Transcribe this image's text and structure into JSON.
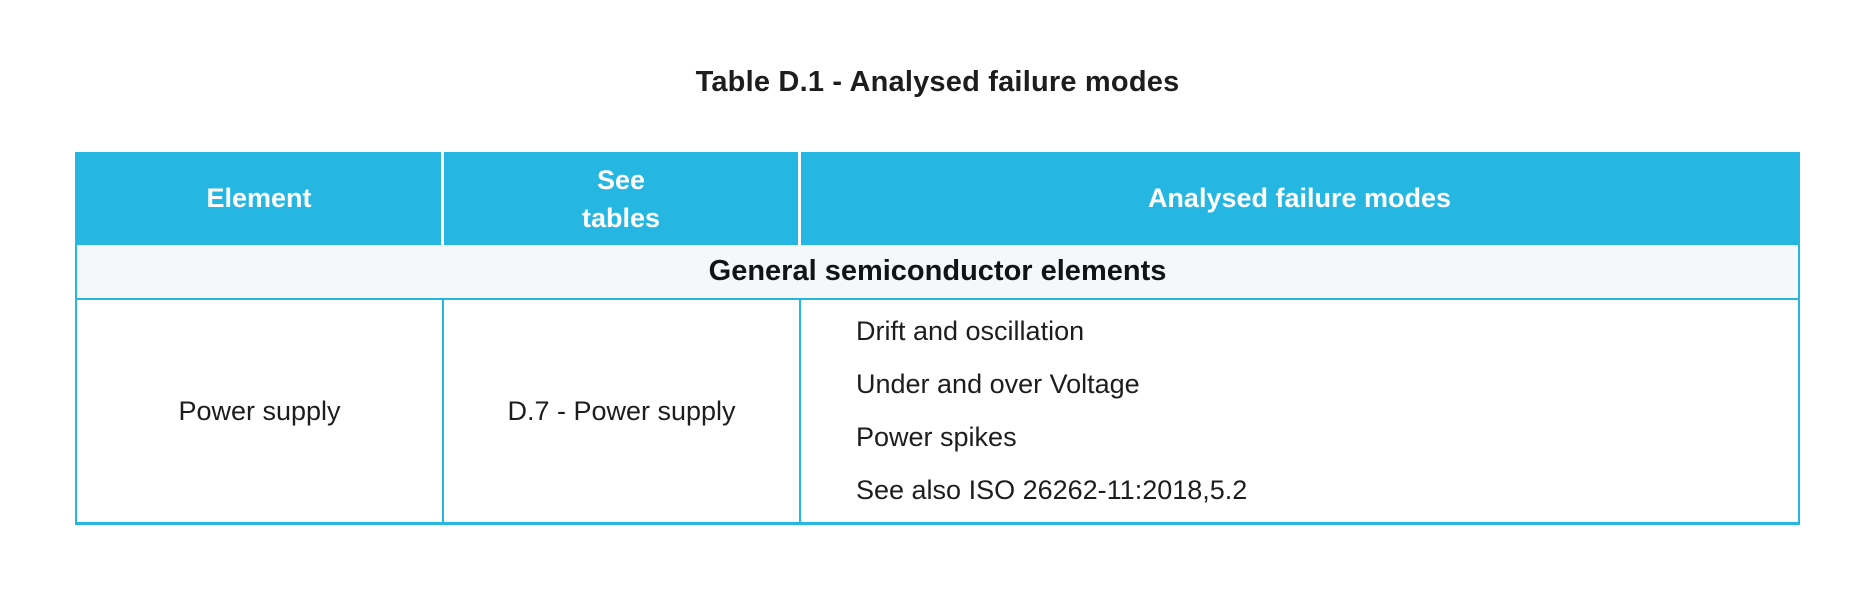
{
  "title": "Table D.1 - Analysed failure modes",
  "colors": {
    "accent": "#25b7e2",
    "section_bg": "#f4f8fb",
    "header_text": "#ffffff",
    "body_text": "#1d1d1f"
  },
  "table": {
    "columns": [
      {
        "label": "Element"
      },
      {
        "label": "See tables",
        "lines": [
          "See",
          "tables"
        ]
      },
      {
        "label": "Analysed failure modes"
      }
    ],
    "section_header": "General semiconductor elements",
    "rows": [
      {
        "element": "Power supply",
        "see_tables": "D.7 - Power supply",
        "failure_modes": [
          "Drift and oscillation",
          "Under and over Voltage",
          "Power spikes",
          "See also ISO 26262-11:2018,5.2"
        ]
      }
    ]
  }
}
